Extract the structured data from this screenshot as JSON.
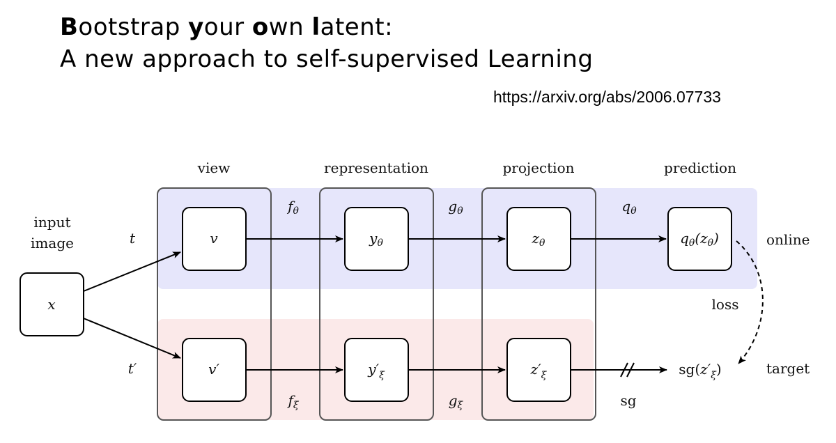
{
  "title": {
    "line1": [
      {
        "b": "B",
        "r": "ootstrap "
      },
      {
        "b": "y",
        "r": "our "
      },
      {
        "b": "o",
        "r": "wn "
      },
      {
        "b": "l",
        "r": "atent:"
      }
    ],
    "line2": "A new approach to self-supervised Learning"
  },
  "url": "https://arxiv.org/abs/2006.07733",
  "diagram": {
    "stage_headers": [
      "view",
      "representation",
      "projection",
      "prediction"
    ],
    "input_label": [
      "input",
      "image"
    ],
    "input_node": "x",
    "branch_labels": {
      "online": "online",
      "target": "target"
    },
    "transform_labels": {
      "online": "t",
      "target": "t′"
    },
    "online_nodes": [
      {
        "main": "v",
        "sub": ""
      },
      {
        "main": "y",
        "sub": "θ"
      },
      {
        "main": "z",
        "sub": "θ"
      },
      {
        "main": "q",
        "sub": "θ",
        "tail": "(z",
        "tail_sub": "θ",
        "end": ")"
      }
    ],
    "target_nodes": [
      {
        "main": "v′",
        "sub": ""
      },
      {
        "main": "y′",
        "sub": "ξ"
      },
      {
        "main": "z′",
        "sub": "ξ"
      }
    ],
    "online_edges": [
      {
        "main": "f",
        "sub": "θ"
      },
      {
        "main": "g",
        "sub": "θ"
      },
      {
        "main": "q",
        "sub": "θ"
      }
    ],
    "target_edges": [
      {
        "main": "f",
        "sub": "ξ"
      },
      {
        "main": "g",
        "sub": "ξ"
      }
    ],
    "target_output": {
      "pre": "sg(",
      "main": "z′",
      "sub": "ξ",
      "end": ")"
    },
    "sg_label": "sg",
    "loss_label": "loss",
    "colors": {
      "online_band": "#e6e6fb",
      "target_band": "#fbe9e9",
      "stroke": "#000000",
      "stage_box": "#555555"
    }
  }
}
